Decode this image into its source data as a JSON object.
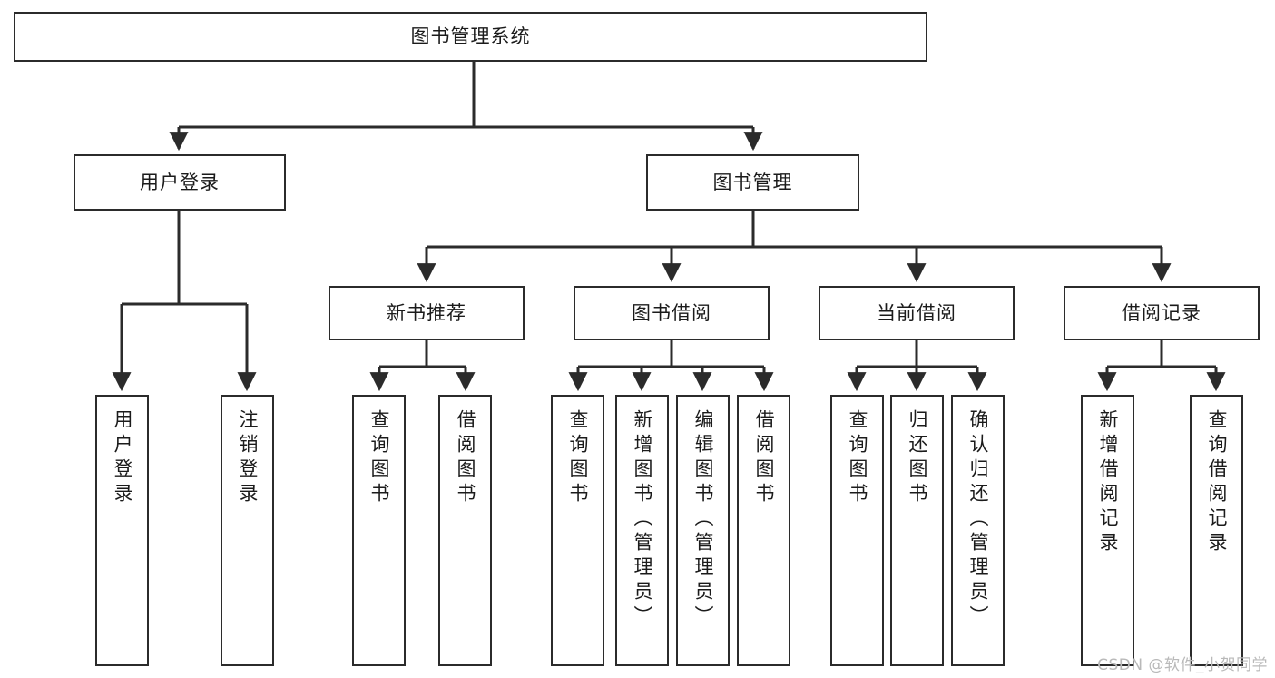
{
  "diagram": {
    "type": "tree",
    "title": "图书管理系统",
    "watermark": "CSDN @软件_小贺同学",
    "nodes": {
      "root": {
        "label": "图书管理系统"
      },
      "level2": [
        {
          "id": "user-login",
          "label": "用户登录"
        },
        {
          "id": "book-manage",
          "label": "图书管理"
        }
      ],
      "level3": [
        {
          "id": "new-book-recommend",
          "label": "新书推荐"
        },
        {
          "id": "book-borrow",
          "label": "图书借阅"
        },
        {
          "id": "current-borrow",
          "label": "当前借阅"
        },
        {
          "id": "borrow-record",
          "label": "借阅记录"
        }
      ],
      "leaves": [
        {
          "id": "leaf-user-login",
          "label": "用户登录",
          "parent": "user-login"
        },
        {
          "id": "leaf-logout-login",
          "label": "注销登录",
          "parent": "user-login"
        },
        {
          "id": "leaf-query-book-1",
          "label": "查询图书",
          "parent": "new-book-recommend"
        },
        {
          "id": "leaf-borrow-book-1",
          "label": "借阅图书",
          "parent": "new-book-recommend"
        },
        {
          "id": "leaf-query-book-2",
          "label": "查询图书",
          "parent": "book-borrow"
        },
        {
          "id": "leaf-add-book",
          "label": "新增图书（管理员）",
          "parent": "book-borrow"
        },
        {
          "id": "leaf-edit-book",
          "label": "编辑图书（管理员）",
          "parent": "book-borrow"
        },
        {
          "id": "leaf-borrow-book-2",
          "label": "借阅图书",
          "parent": "book-borrow"
        },
        {
          "id": "leaf-query-book-3",
          "label": "查询图书",
          "parent": "current-borrow"
        },
        {
          "id": "leaf-return-book",
          "label": "归还图书",
          "parent": "current-borrow"
        },
        {
          "id": "leaf-confirm-return",
          "label": "确认归还（管理员）",
          "parent": "current-borrow"
        },
        {
          "id": "leaf-add-record",
          "label": "新增借阅记录",
          "parent": "borrow-record"
        },
        {
          "id": "leaf-query-record",
          "label": "查询借阅记录",
          "parent": "borrow-record"
        }
      ]
    },
    "colors": {
      "stroke": "#2b2b2b",
      "fill": "#ffffff",
      "text": "#1b1b1b",
      "watermark": "#b9b9b9"
    }
  }
}
